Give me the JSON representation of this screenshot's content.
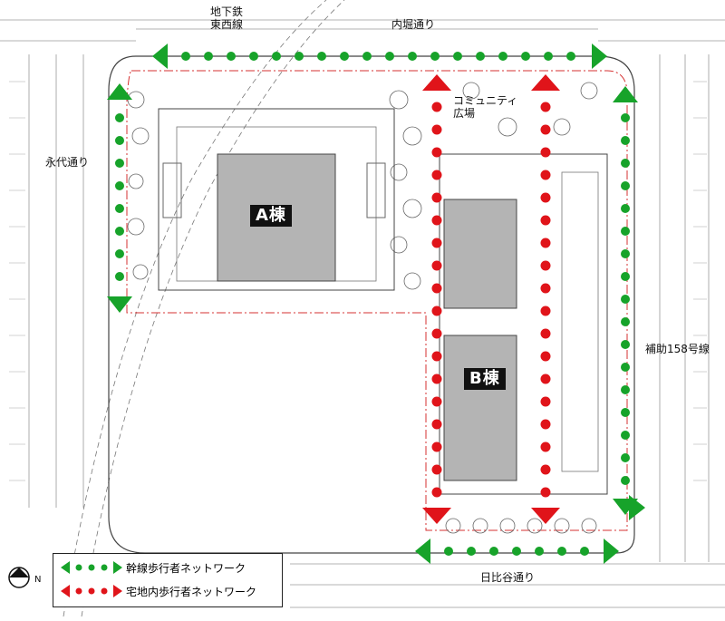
{
  "streets": {
    "north": "内堀通り",
    "subway": "地下鉄\n東西線",
    "west": "永代通り",
    "east": "補助158号線",
    "south": "日比谷通り"
  },
  "plaza": "コミュニティ\n広場",
  "buildings": {
    "a": "A棟",
    "b": "B棟"
  },
  "legend": {
    "trunk": "幹線歩行者ネットワーク",
    "site": "宅地内歩行者ネットワーク"
  },
  "compass": {
    "north_letter": "N"
  },
  "colors": {
    "trunk": "#17a32a",
    "site": "#e0141a",
    "building_fill": "#b4b4b4",
    "line": "#555555"
  }
}
